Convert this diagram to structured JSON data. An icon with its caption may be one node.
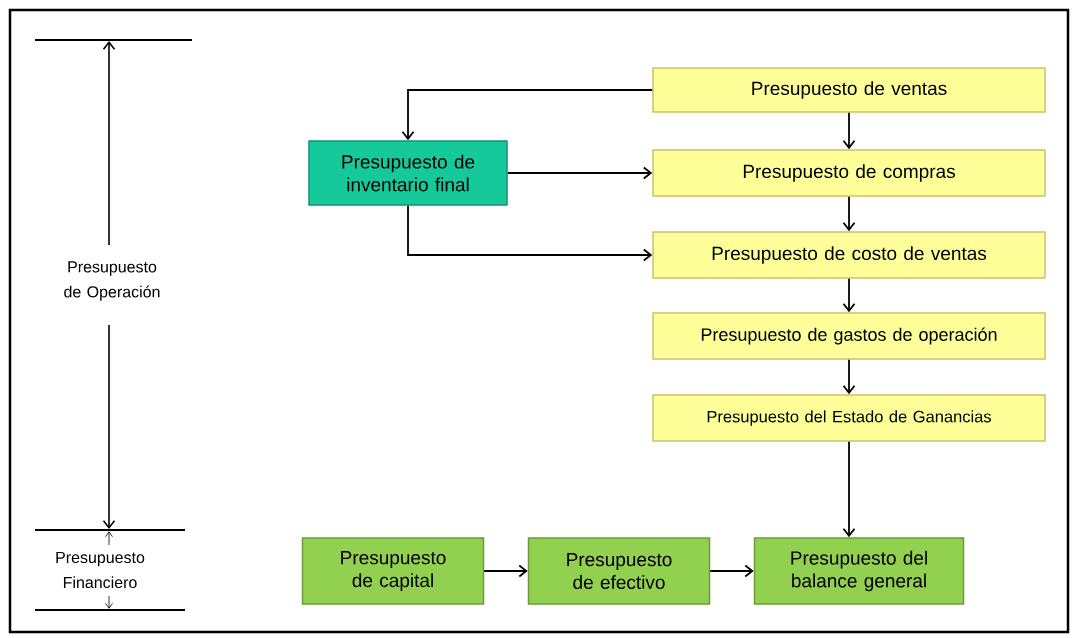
{
  "diagram": {
    "nodes": [
      {
        "text": [
          "Presupuesto de ventas"
        ]
      },
      {
        "text": [
          "Presupuesto de inventario final"
        ]
      },
      {
        "text": [
          "Presupuesto de compras"
        ]
      },
      {
        "text": [
          "Presupuesto de costo de ventas"
        ]
      },
      {
        "text": [
          "Presupuesto de gastos de operación"
        ]
      },
      {
        "text": [
          "Presupuesto del Estado de Ganancias"
        ]
      },
      {
        "text": [
          "Presupuesto de capital"
        ]
      },
      {
        "text": [
          "Presupuesto de efectivo"
        ]
      },
      {
        "text": [
          "Presupuesto del balance general"
        ]
      }
    ],
    "edges": [
      {
        "from": 0,
        "to": 1,
        "arrow": "to"
      },
      {
        "from": 0,
        "to": 2,
        "arrow": "to"
      },
      {
        "from": 1,
        "to": 2,
        "arrow": "to"
      },
      {
        "from": 1,
        "to": 3,
        "arrow": "to"
      },
      {
        "from": 2,
        "to": 3,
        "arrow": "to"
      },
      {
        "from": 3,
        "to": 4,
        "arrow": "to"
      },
      {
        "from": 4,
        "to": 5,
        "arrow": "to"
      },
      {
        "from": 5,
        "to": 8,
        "arrow": "to"
      },
      {
        "from": 6,
        "to": 7,
        "arrow": "to"
      },
      {
        "from": 7,
        "to": 8,
        "arrow": "to"
      }
    ],
    "labels": [
      "Presupuesto de Operación",
      "Presupuesto Financiero"
    ]
  }
}
